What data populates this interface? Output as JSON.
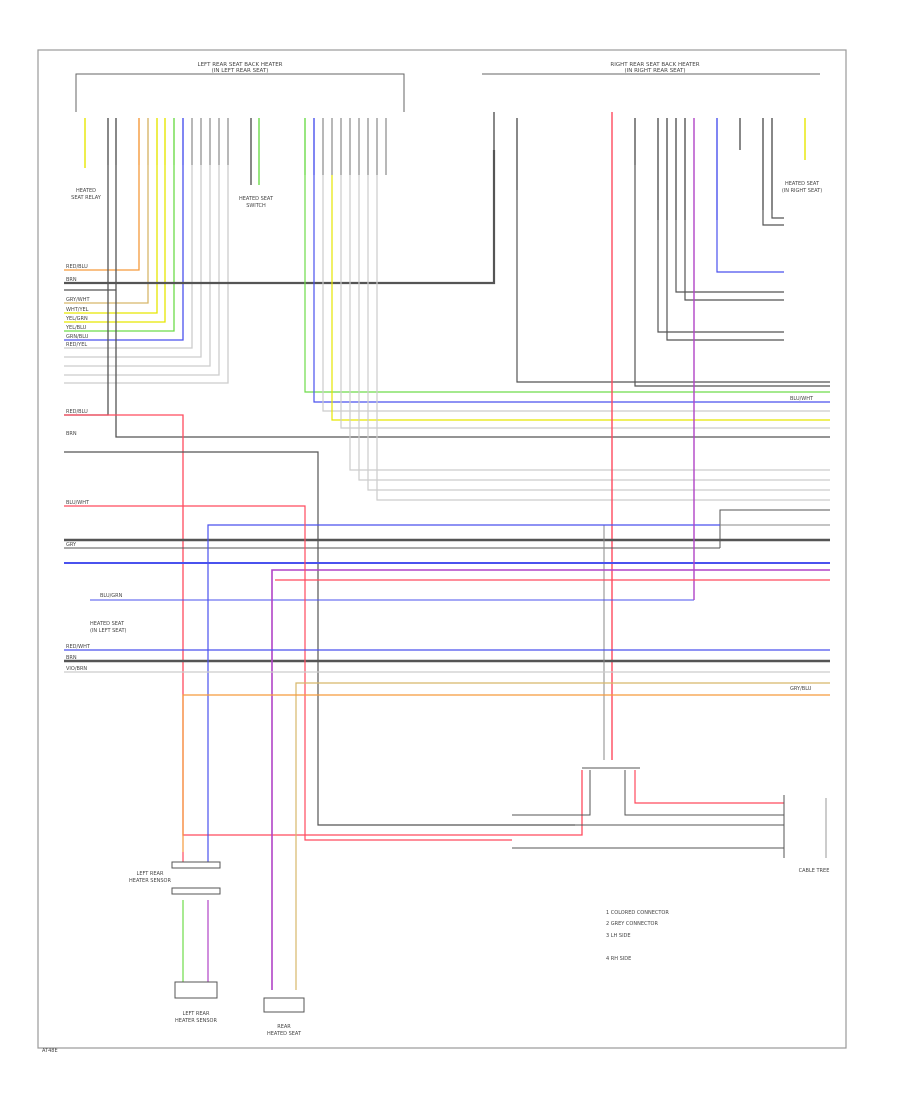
{
  "diagram": {
    "footer_label": "AT48E",
    "headers": {
      "left": "LEFT REAR SEAT BACK HEATER",
      "left_sub": "(IN LEFT REAR SEAT)",
      "right": "RIGHT REAR SEAT BACK HEATER",
      "right_sub": "(IN RIGHT REAR SEAT)"
    },
    "components": [
      {
        "id": "c1",
        "name": "HEATED",
        "sub": "SEAT RELAY"
      },
      {
        "id": "c2",
        "name": "HEATED SEAT",
        "sub": "SWITCH"
      },
      {
        "id": "c3",
        "name": "HEATED SEAT",
        "sub": "(IN RIGHT SEAT)"
      },
      {
        "id": "c4",
        "name": "HEATED SEAT",
        "sub": "(IN LEFT SEAT)"
      },
      {
        "id": "c5",
        "name": "LEFT REAR",
        "sub": "HEATER SENSOR"
      },
      {
        "id": "c6",
        "name": "LEFT REAR",
        "sub": "HEATER SENSOR"
      },
      {
        "id": "c7",
        "name": "REAR",
        "sub": "HEATED SEAT"
      },
      {
        "id": "c8",
        "name": "CABLE TREE",
        "sub": ""
      }
    ],
    "legend": [
      "1  COLORED CONNECTOR",
      "2  GREY CONNECTOR",
      "3  LH SIDE",
      "4  RH SIDE"
    ],
    "wire_labels": {
      "w1": "RED/BLU",
      "w2": "BRN",
      "w3": "GRY/WHT",
      "w4": "WHT/YEL",
      "w5": "YEL/GRN",
      "w6": "YEL/BLU",
      "w7": "GRN/BLU",
      "w8": "RED/YEL",
      "w9": "RED/BLU",
      "w10": "BRN",
      "w11": "BLU/WHT",
      "w12": "GRY",
      "w13": "BLU/GRN",
      "w14": "RED/WHT",
      "w15": "BRN",
      "w16": "VIO/BRN",
      "w17": "BLU/WHT",
      "w18": "GRY/BLU"
    }
  },
  "colors": {
    "border": "#9a9a9a",
    "dark": "#555555",
    "gray": "#8a8a8a",
    "light": "#c4c4c4",
    "red": "#ff4a5e",
    "blue": "#4a52ee",
    "orange": "#f59a3c",
    "yellow": "#e6e600",
    "green": "#6ddc4a",
    "violet": "#b044c6",
    "tan": "#d7b76a"
  }
}
